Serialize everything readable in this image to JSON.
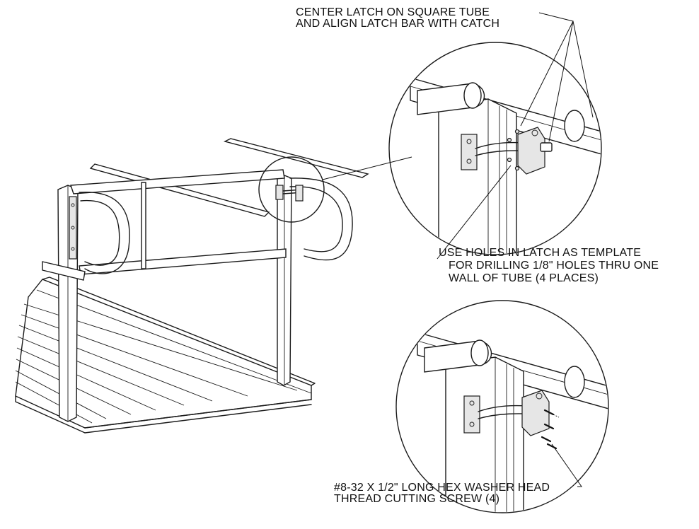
{
  "callouts": {
    "top": [
      "CENTER LATCH ON SQUARE TUBE",
      "AND ALIGN LATCH BAR WITH CATCH"
    ],
    "middle": [
      "USE HOLES IN LATCH AS TEMPLATE",
      "FOR DRILLING 1/8\" HOLES THRU ONE",
      "WALL OF TUBE (4 PLACES)"
    ],
    "bottom": [
      "#8-32 X 1/2\" LONG HEX WASHER HEAD",
      "THREAD CUTTING SCREW (4)"
    ]
  }
}
